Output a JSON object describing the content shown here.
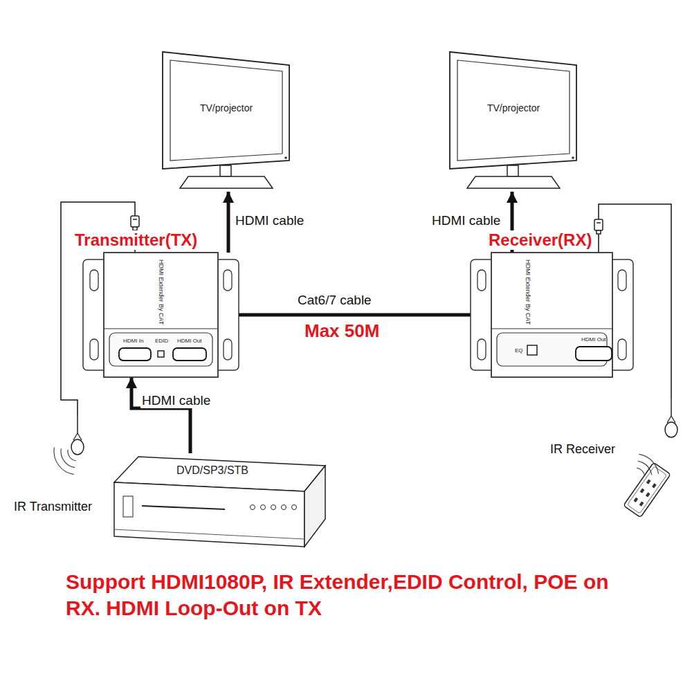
{
  "diagram": {
    "caption": "Support HDMI1080P, IR Extender,EDID Control, POE on RX. HDMI Loop-Out on TX",
    "nodes": [
      {
        "text": [
          "TV/projector"
        ]
      },
      {
        "text": [
          "TV/projector"
        ]
      },
      {
        "text": [
          "Transmitter(TX)",
          "HDMI Extender By CAT",
          "HDMI In",
          "EDID",
          "HDMI Out"
        ]
      },
      {
        "text": [
          "Receiver(RX)",
          "HDMI Extender By CAT",
          "EQ",
          "HDMI Out"
        ]
      },
      {
        "text": [
          "DVD/SP3/STB"
        ]
      },
      {
        "text": [
          "IR Transmitter"
        ]
      },
      {
        "text": [
          "IR Receiver"
        ]
      }
    ],
    "edges": [
      {
        "from": 4,
        "to": 2,
        "arrow": "to",
        "label": "HDMI cable"
      },
      {
        "from": 2,
        "to": 0,
        "arrow": "to",
        "label": "HDMI cable"
      },
      {
        "from": 2,
        "to": 3,
        "arrow": "none",
        "label": "Cat6/7 cable"
      },
      {
        "from": 3,
        "to": 1,
        "arrow": "to",
        "label": "HDMI cable"
      },
      {
        "from": 2,
        "to": 5,
        "arrow": "none"
      },
      {
        "from": 3,
        "to": 6,
        "arrow": "none"
      }
    ],
    "labels": [
      "Max 50M"
    ]
  }
}
